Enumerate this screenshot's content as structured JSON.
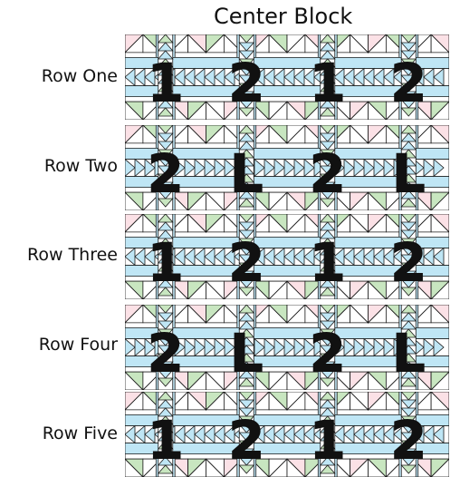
{
  "title": "Center Block",
  "rows": [
    {
      "label": "Row One",
      "pattern": "A",
      "numerals": [
        "1",
        "2",
        "1",
        "2"
      ]
    },
    {
      "label": "Row Two",
      "pattern": "B",
      "numerals": [
        "2",
        "L",
        "2",
        "L"
      ]
    },
    {
      "label": "Row Three",
      "pattern": "A",
      "numerals": [
        "1",
        "2",
        "1",
        "2"
      ]
    },
    {
      "label": "Row Four",
      "pattern": "B",
      "numerals": [
        "2",
        "L",
        "2",
        "L"
      ]
    },
    {
      "label": "Row Five",
      "pattern": "A",
      "numerals": [
        "1",
        "2",
        "1",
        "2"
      ]
    }
  ],
  "colors": {
    "sky": "#bfe6f5",
    "pink": "#fbe1e6",
    "green": "#c8e6c0",
    "line": "#1a1a1a"
  }
}
